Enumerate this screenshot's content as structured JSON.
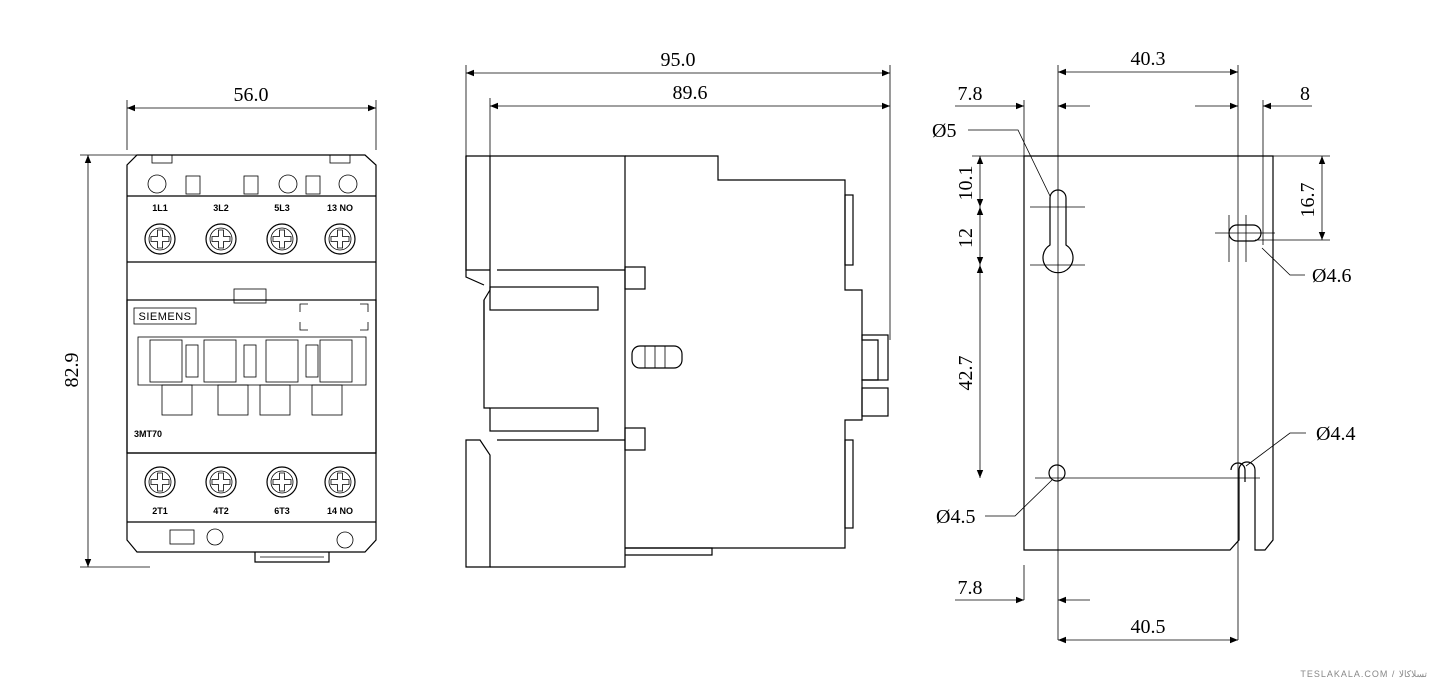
{
  "front_view": {
    "width_dim": "56.0",
    "height_dim": "82.9",
    "top_terminals": [
      "1L1",
      "3L2",
      "5L3",
      "13 NO"
    ],
    "bottom_terminals": [
      "2T1",
      "4T2",
      "6T3",
      "14 NO"
    ],
    "brand": "SIEMENS",
    "model": "3MT70"
  },
  "side_view": {
    "overall_depth": "95.0",
    "body_depth": "89.6"
  },
  "mount_view": {
    "top_spacing": "40.3",
    "left_offset_top": "7.8",
    "right_offset": "8",
    "keyhole_dia": "Ø5",
    "upper_dim": "10.1",
    "keyhole_dim": "12",
    "right_height": "16.7",
    "slot_dia_right": "Ø4.6",
    "vertical_spacing": "42.7",
    "slot_dia_lower_right": "Ø4.4",
    "hole_dia_lower_left": "Ø4.5",
    "left_offset_bottom": "7.8",
    "bottom_spacing": "40.5"
  },
  "watermark": "TESLAKALA.COM / تسلاکالا"
}
